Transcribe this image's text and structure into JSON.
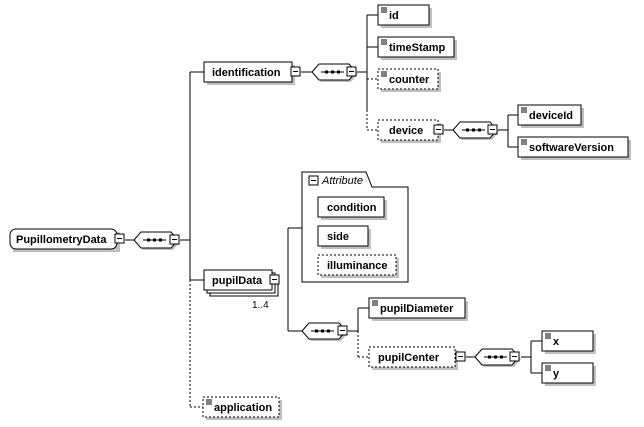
{
  "root": {
    "label": "PupillometryData"
  },
  "identification": {
    "label": "identification",
    "children": {
      "id": "id",
      "timeStamp": "timeStamp",
      "counter": "counter",
      "device": "device"
    },
    "device_children": {
      "deviceId": "deviceId",
      "softwareVersion": "softwareVersion"
    }
  },
  "pupilData": {
    "label": "pupilData",
    "multiplicity": "1..4",
    "attribute_group": {
      "title": "Attribute",
      "items": {
        "condition": "condition",
        "side": "side",
        "illuminance": "illuminance"
      }
    },
    "children": {
      "pupilDiameter": "pupilDiameter",
      "pupilCenter": "pupilCenter"
    },
    "pupilCenter_children": {
      "x": "x",
      "y": "y"
    }
  },
  "application": {
    "label": "application"
  },
  "colors": {
    "line": "#000000",
    "box_bg": "#ffffff",
    "shadow": "#c0c0c0",
    "connector_fill": "#ffffff"
  },
  "icons": [
    "element-doc-icon",
    "collapse-icon",
    "sequence-compositor-icon"
  ]
}
